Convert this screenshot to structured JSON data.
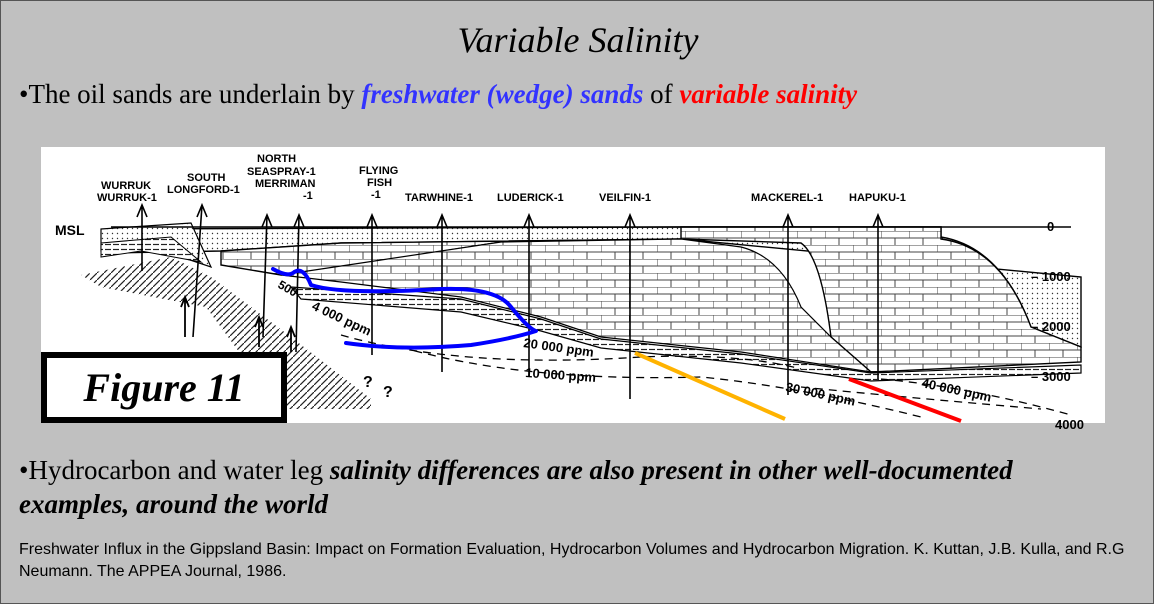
{
  "slide": {
    "title": "Variable Salinity",
    "bullet1": {
      "marker": "•",
      "text_a": "The oil sands are underlain by ",
      "blue": "freshwater (wedge) sands",
      "text_b": " of ",
      "red": "variable salinity"
    },
    "bullet2": {
      "marker": "•",
      "text_a": "Hydrocarbon and water leg ",
      "emph": "salinity differences are also present in other well-documented examples, around the world"
    },
    "citation": "Freshwater Influx in the Gippsland Basin: Impact on Formation Evaluation, Hydrocarbon Volumes and Hydrocarbon Migration. K. Kuttan, J.B. Kulla, and R.G Neumann. The APPEA Journal, 1986.",
    "figure_label": "Figure 11"
  },
  "diagram": {
    "sea_level_label": "MSL",
    "wells": [
      {
        "l1": "WURRUK",
        "l2": "WURRUK-1"
      },
      {
        "l1": "SOUTH",
        "l2": "LONGFORD-1"
      },
      {
        "l1": "NORTH",
        "l2": "SEASPRAY-1"
      },
      {
        "l1": "MERRIMAN",
        "l2": "-1"
      },
      {
        "l1": "FLYING",
        "l2": "FISH",
        "l3": "-1"
      },
      {
        "l1": "TARWHINE-1"
      },
      {
        "l1": "LUDERICK-1"
      },
      {
        "l1": "VEILFIN-1"
      },
      {
        "l1": "MACKEREL-1"
      },
      {
        "l1": "HAPUKU-1"
      }
    ],
    "depth_ticks": [
      "0",
      "– 1000",
      "– 2000",
      "– 3000",
      "4000"
    ],
    "salinity_labels": [
      "500",
      "4 000 ppm",
      "20 000 ppm",
      "10 000 ppm",
      "30 000 ppm",
      "40 000 ppm",
      "?",
      "?"
    ],
    "colors": {
      "freshwater_outline": "#0000ff",
      "isoline_30000": "#ffb300",
      "isoline_40000": "#ff0000"
    }
  }
}
